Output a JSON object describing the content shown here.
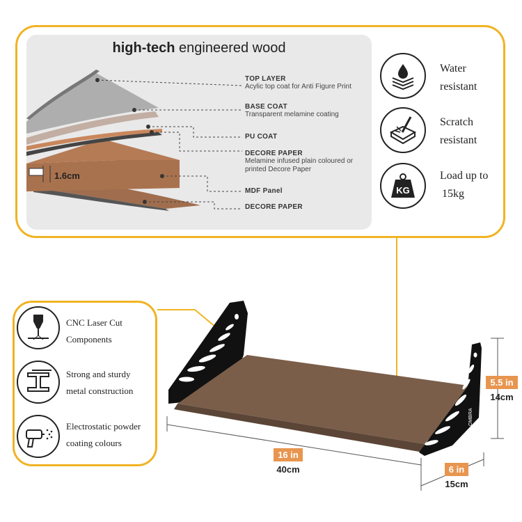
{
  "heading": {
    "bold": "high-tech",
    "rest": " engineered wood"
  },
  "thickness_label": "1.6cm",
  "layers": [
    {
      "title": "TOP LAYER",
      "desc": [
        "Acylic top coat for Anti Figure Print"
      ]
    },
    {
      "title": "BASE COAT",
      "desc": [
        "Transparent melamine coating"
      ]
    },
    {
      "title": "PU COAT",
      "desc": []
    },
    {
      "title": "DECORE PAPER",
      "desc": [
        "Melamine infused plain coloured or",
        "printed Decore Paper"
      ]
    },
    {
      "title": "MDF Panel",
      "desc": []
    },
    {
      "title": "DECORE PAPER",
      "desc": []
    }
  ],
  "features": [
    {
      "icon": "water-drop-icon",
      "line1": "Water",
      "line2": "resistant"
    },
    {
      "icon": "scratch-icon",
      "line1": "Scratch",
      "line2": "resistant"
    },
    {
      "icon": "kg-weight-icon",
      "icon_text": "KG",
      "line1": "Load up to",
      "line2": "15kg"
    }
  ],
  "side_features": [
    {
      "icon": "laser-cut-icon",
      "line1": "CNC Laser Cut",
      "line2": "Components"
    },
    {
      "icon": "steel-beam-icon",
      "line1": "Strong and sturdy",
      "line2": "metal construction"
    },
    {
      "icon": "spray-gun-icon",
      "line1": "Electrostatic powder",
      "line2": "coating colours"
    }
  ],
  "dimensions": {
    "width": {
      "in": "16 in",
      "cm": "40cm"
    },
    "depth": {
      "in": "6 in",
      "cm": "15cm"
    },
    "height": {
      "in": "5.5 in",
      "cm": "14cm"
    }
  },
  "brand_mark": "OMBRA",
  "colors": {
    "accent": "#f0b323",
    "badge": "#e8954f",
    "wood": "#8a6a55",
    "metal": "#111111"
  }
}
